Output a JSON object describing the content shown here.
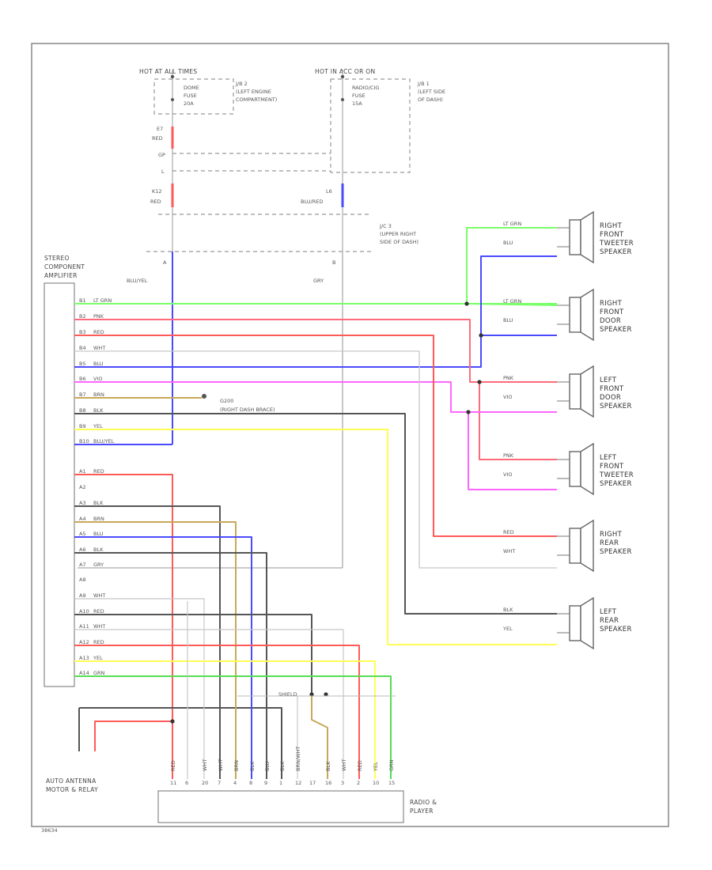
{
  "top": {
    "fuse_left_supply": "HOT AT ALL TIMES",
    "fuse_right_supply": "HOT IN ACC OR ON",
    "fuse_left": [
      "DOME",
      "FUSE",
      "20A"
    ],
    "fuse_right": [
      "RADIO/CIG",
      "FUSE",
      "15A"
    ],
    "jb2": [
      "J/B 2",
      "(LEFT ENGINE",
      "COMPARTMENT)"
    ],
    "jb1": [
      "J/B 1",
      "(LEFT SIDE",
      "OF DASH)"
    ],
    "jc3": [
      "J/C 3",
      "(UPPER RIGHT",
      "SIDE OF DASH)"
    ],
    "left_wire_upper": [
      "E7",
      "RED"
    ],
    "left_pin_upper": "GP",
    "left_pin_lower": "L",
    "left_wire_mid": [
      "K12",
      "RED"
    ],
    "right_wire_mid": [
      "L6",
      "BLU/RED"
    ],
    "conn_a": "A",
    "conn_b": "B",
    "wire_blu_yel": "BLU/YEL",
    "wire_gry": "GRY"
  },
  "amp": {
    "title": [
      "STEREO",
      "COMPONENT",
      "AMPLIFIER"
    ],
    "pins_upper": [
      {
        "pin": "B1",
        "wire": "LT GRN"
      },
      {
        "pin": "B2",
        "wire": "PNK"
      },
      {
        "pin": "B3",
        "wire": "RED"
      },
      {
        "pin": "B4",
        "wire": "WHT"
      },
      {
        "pin": "B5",
        "wire": "BLU"
      },
      {
        "pin": "B6",
        "wire": "VIO"
      },
      {
        "pin": "B7",
        "wire": "BRN"
      },
      {
        "pin": "B8",
        "wire": "BLK"
      },
      {
        "pin": "B9",
        "wire": "YEL"
      },
      {
        "pin": "B10",
        "wire": "BLU/YEL"
      }
    ],
    "pins_lower": [
      {
        "pin": "A1",
        "wire": "RED"
      },
      {
        "pin": "A2",
        "wire": ""
      },
      {
        "pin": "A3",
        "wire": "BLK"
      },
      {
        "pin": "A4",
        "wire": "BRN"
      },
      {
        "pin": "A5",
        "wire": "BLU"
      },
      {
        "pin": "A6",
        "wire": "BLK"
      },
      {
        "pin": "A7",
        "wire": "GRY"
      },
      {
        "pin": "A8",
        "wire": ""
      },
      {
        "pin": "A9",
        "wire": "WHT"
      },
      {
        "pin": "A10",
        "wire": "RED"
      },
      {
        "pin": "A11",
        "wire": "WHT"
      },
      {
        "pin": "A12",
        "wire": "RED"
      },
      {
        "pin": "A13",
        "wire": "YEL"
      },
      {
        "pin": "A14",
        "wire": "GRN"
      }
    ]
  },
  "ground": [
    "G200",
    "(RIGHT DASH BRACE)"
  ],
  "speakers": [
    {
      "name": [
        "RIGHT",
        "FRONT",
        "TWEETER",
        "SPEAKER"
      ],
      "wire_top": "LT GRN",
      "wire_bot": "BLU"
    },
    {
      "name": [
        "RIGHT",
        "FRONT",
        "DOOR",
        "SPEAKER"
      ],
      "wire_top": "LT GRN",
      "wire_bot": "BLU"
    },
    {
      "name": [
        "LEFT",
        "FRONT",
        "DOOR",
        "SPEAKER"
      ],
      "wire_top": "PNK",
      "wire_bot": "VIO"
    },
    {
      "name": [
        "LEFT",
        "FRONT",
        "TWEETER",
        "SPEAKER"
      ],
      "wire_top": "PNK",
      "wire_bot": "VIO"
    },
    {
      "name": [
        "RIGHT",
        "REAR",
        "SPEAKER"
      ],
      "wire_top": "RED",
      "wire_bot": "WHT"
    },
    {
      "name": [
        "LEFT",
        "REAR",
        "SPEAKER"
      ],
      "wire_top": "BLK",
      "wire_bot": "YEL"
    }
  ],
  "antenna": [
    "AUTO ANTENNA",
    "MOTOR & RELAY"
  ],
  "radio": [
    "RADIO &",
    "PLAYER"
  ],
  "radio_wires": [
    "RED",
    "WHT",
    "WHT",
    "BRN",
    "BLK",
    "BLU",
    "BLK",
    "BRN/WHT",
    "BLK",
    "WHT",
    "RED",
    "YEL",
    "GRN"
  ],
  "radio_pins": [
    "11",
    "6",
    "20",
    "7",
    "4",
    "8",
    "9",
    "1",
    "12",
    "17",
    "16",
    "3",
    "2",
    "10",
    "15"
  ],
  "small_label": "SHIELD",
  "footer": "38634",
  "colors": {
    "red": "#ff5a5a",
    "lt_grn": "#7aff6a",
    "pnk": "#ff6b7a",
    "wht": "#c8c8c8",
    "blu": "#4a4aff",
    "vio": "#ff66ff",
    "brn": "#c8a85a",
    "blk": "#555555",
    "yel": "#ffff55",
    "grn": "#55dd55",
    "gry": "#aaaaaa"
  }
}
